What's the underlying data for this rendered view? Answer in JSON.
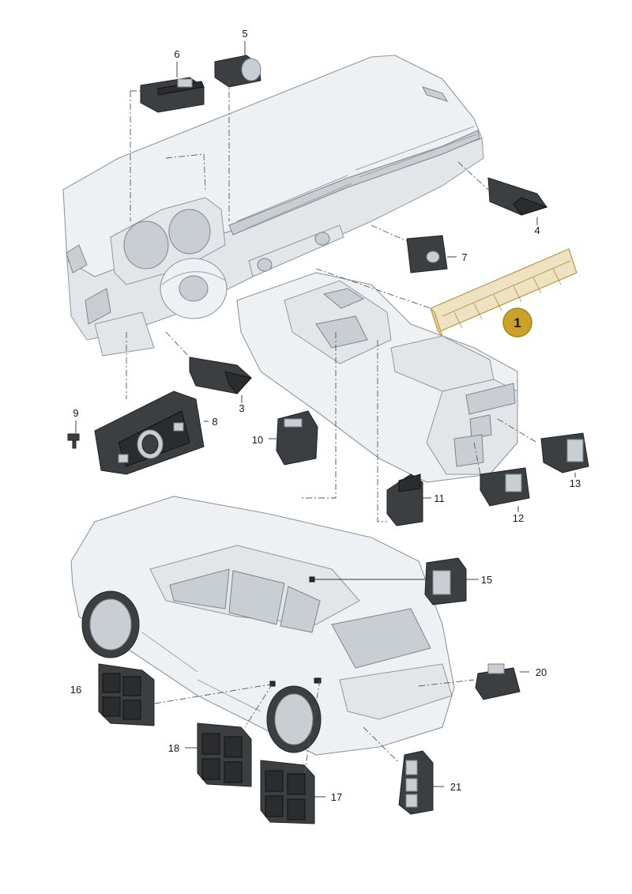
{
  "callouts": {
    "c1": "1",
    "c3": "3",
    "c4": "4",
    "c5": "5",
    "c6": "6",
    "c7": "7",
    "c8": "8",
    "c9": "9",
    "c10": "10",
    "c11": "11",
    "c12": "12",
    "c13": "13",
    "c15": "15",
    "c16": "16",
    "c17": "17",
    "c18": "18",
    "c20": "20",
    "c21": "21"
  },
  "colors": {
    "highlight_badge": "#c9a227",
    "highlight_part": "#efe2c2",
    "line": "#333333"
  }
}
